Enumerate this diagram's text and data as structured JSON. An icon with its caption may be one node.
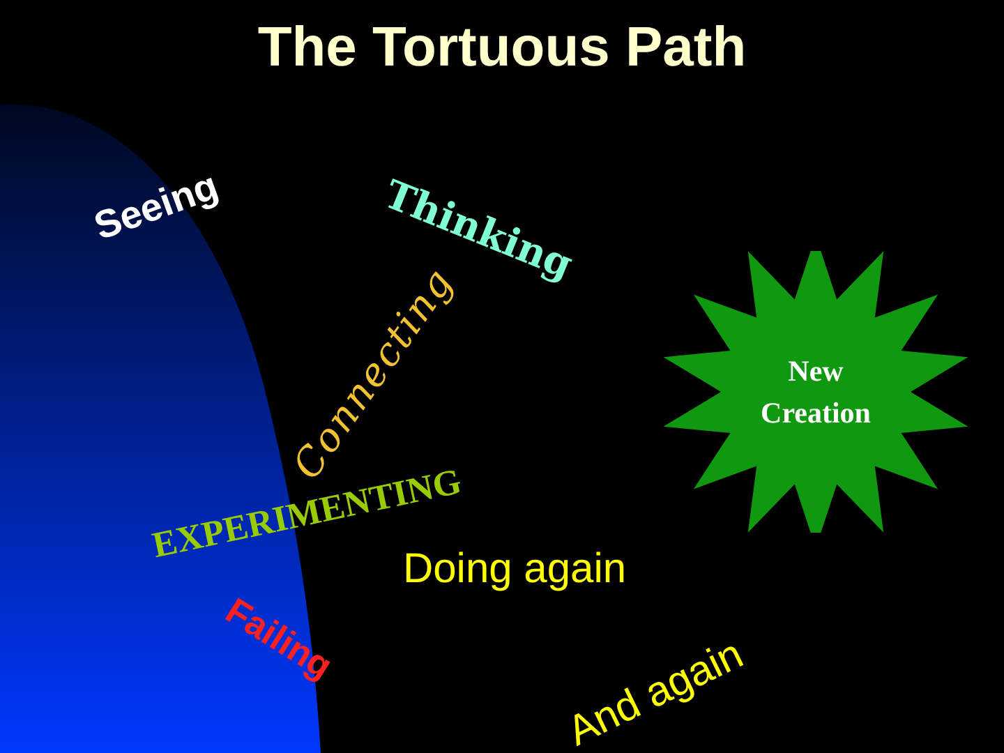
{
  "diagram": {
    "title": "The Tortuous Path",
    "nodes": [
      {
        "text": [
          "New Creation"
        ]
      }
    ],
    "labels": [
      "Seeing",
      "Thinking",
      "Connecting",
      "EXPERIMENTING",
      "Doing again",
      "Failing",
      "And again"
    ]
  }
}
